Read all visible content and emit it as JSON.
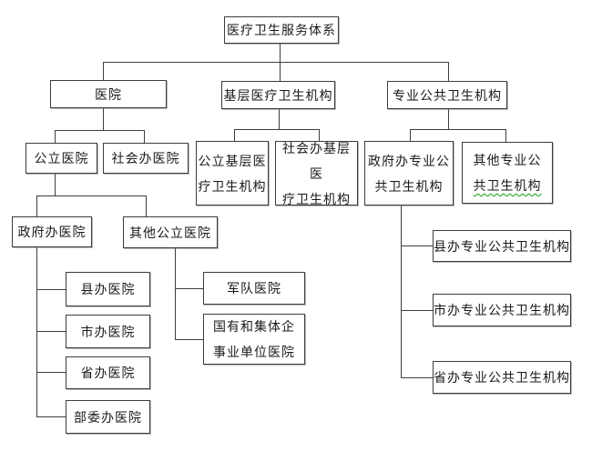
{
  "diagram_title": "医疗卫生服务体系",
  "colors": {
    "background": "#ffffff",
    "line": "#3d3d3d",
    "text": "#1a1a1a",
    "spellcheck_squiggle": "#119c11"
  },
  "nodes": {
    "root": {
      "label": "医疗卫生服务体系"
    },
    "hospital": {
      "label": "医院"
    },
    "primary_care": {
      "label": "基层医疗卫生机构"
    },
    "professional_public_health": {
      "label": "专业公共卫生机构"
    },
    "public_hospital": {
      "label": "公立医院"
    },
    "social_hospital": {
      "label": "社会办医院"
    },
    "public_primary_care": {
      "line1": "公立基层医",
      "line2": "疗卫生机构"
    },
    "social_primary_care": {
      "line1": "社会办基层医",
      "line2": "疗卫生机构"
    },
    "gov_public_health": {
      "line1": "政府办专业公",
      "line2": "共卫生机构"
    },
    "other_public_health": {
      "line1": "其他专业公",
      "line2": "共卫生机构"
    },
    "gov_hospital": {
      "label": "政府办医院"
    },
    "other_public_hospital": {
      "label": "其他公立医院"
    },
    "county_hospital": {
      "label": "县办医院"
    },
    "city_hospital": {
      "label": "市办医院"
    },
    "province_hospital": {
      "label": "省办医院"
    },
    "ministry_hospital": {
      "label": "部委办医院"
    },
    "military_hospital": {
      "label": "军队医院"
    },
    "soe_hospital": {
      "line1": "国有和集体企",
      "line2": "事业单位医院"
    },
    "county_public_health": {
      "label": "县办专业公共卫生机构"
    },
    "city_public_health": {
      "label": "市办专业公共卫生机构"
    },
    "province_public_health": {
      "label": "省办专业公共卫生机构"
    }
  },
  "hierarchy": {
    "医疗卫生服务体系": {
      "医院": {
        "公立医院": {
          "政府办医院": [
            "县办医院",
            "市办医院",
            "省办医院",
            "部委办医院"
          ],
          "其他公立医院": [
            "军队医院",
            "国有和集体企事业单位医院"
          ]
        },
        "社会办医院": {}
      },
      "基层医疗卫生机构": {
        "公立基层医疗卫生机构": {},
        "社会办基层医疗卫生机构": {}
      },
      "专业公共卫生机构": {
        "政府办专业公共卫生机构": [
          "县办专业公共卫生机构",
          "市办专业公共卫生机构",
          "省办专业公共卫生机构"
        ],
        "其他专业公共卫生机构": {}
      }
    }
  }
}
